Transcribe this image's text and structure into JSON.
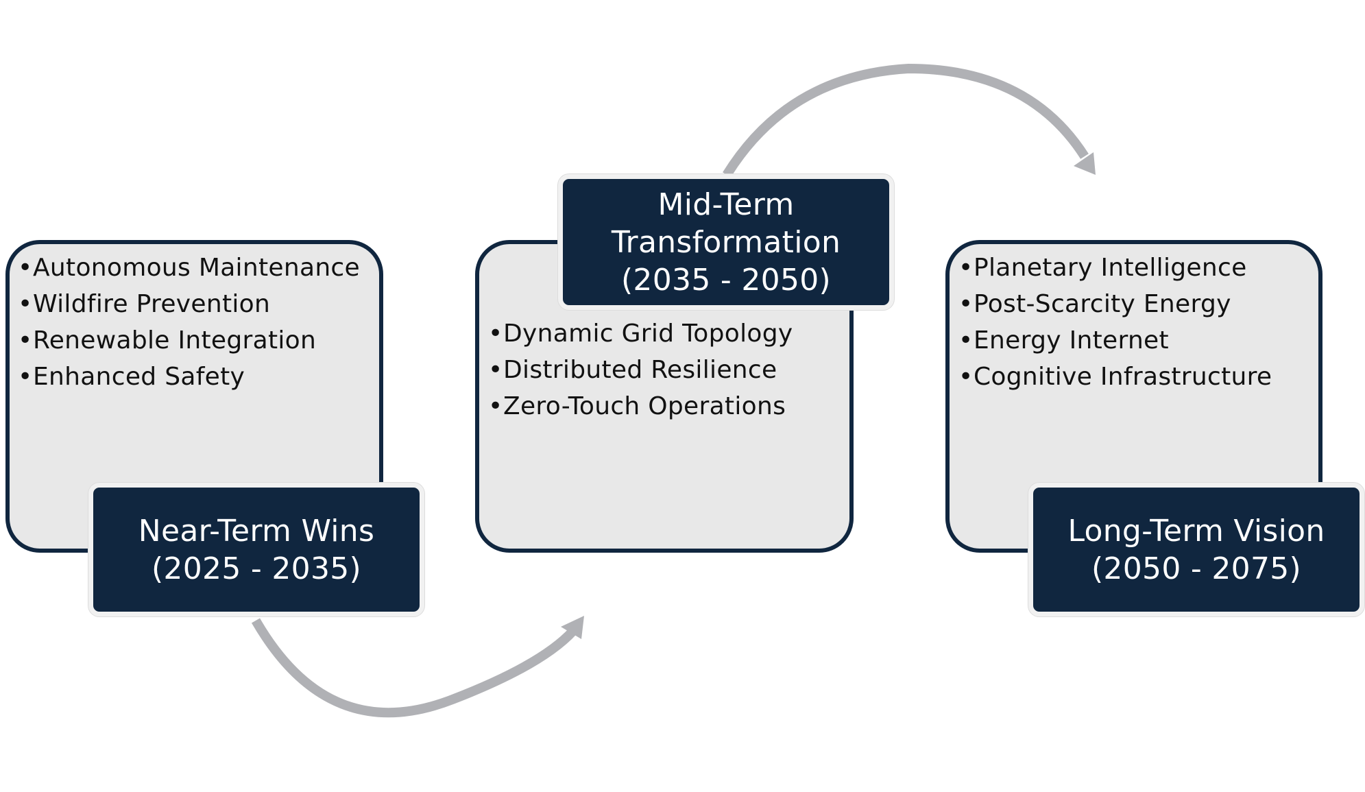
{
  "colors": {
    "card_fill": "#e8e8e8",
    "card_border": "#10263f",
    "label_fill": "#10263f",
    "label_text": "#ffffff",
    "arrow": "#b0b1b5",
    "bullet_text": "#111111"
  },
  "arrows": [
    {
      "from": "near_term",
      "to": "mid_term",
      "direction": "curved-below"
    },
    {
      "from": "mid_term",
      "to": "long_term",
      "direction": "curved-above"
    }
  ],
  "phases": [
    {
      "id": "near_term",
      "title": "Near-Term Wins",
      "period": "(2025 - 2035)",
      "items": [
        "Autonomous Maintenance",
        "Wildfire Prevention",
        "Renewable Integration",
        "Enhanced Safety"
      ]
    },
    {
      "id": "mid_term",
      "title": "Mid-Term",
      "title_line2": "Transformation",
      "period": "(2035 - 2050)",
      "items": [
        "Dynamic Grid Topology",
        "Distributed Resilience",
        "Zero-Touch Operations"
      ]
    },
    {
      "id": "long_term",
      "title": "Long-Term Vision",
      "period": "(2050 - 2075)",
      "items": [
        "Planetary Intelligence",
        "Post-Scarcity Energy",
        "Energy Internet",
        "Cognitive Infrastructure"
      ]
    }
  ]
}
